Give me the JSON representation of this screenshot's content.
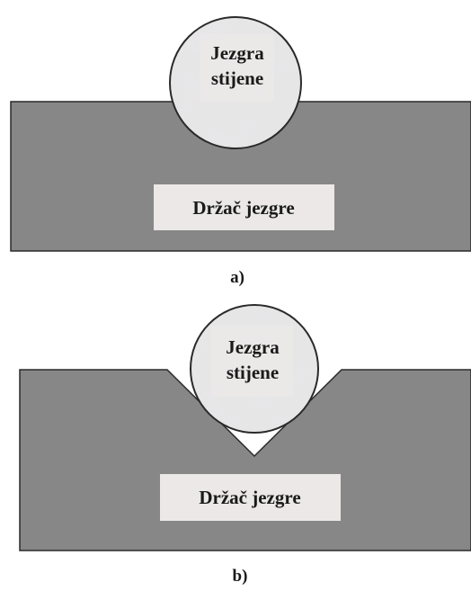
{
  "panels": [
    {
      "caption": "a)",
      "core_label_line1": "Jezgra",
      "core_label_line2": "stijene",
      "holder_label": "Držač jezgre"
    },
    {
      "caption": "b)",
      "core_label_line1": "Jezgra",
      "core_label_line2": "stijene",
      "holder_label": "Držač jezgre"
    }
  ],
  "colors": {
    "holder_fill": "#878787",
    "holder_stroke": "#2a2a2a",
    "label_box_fill": "#ece8e8",
    "core_fill": "#e8e8e8",
    "core_stroke": "#2a2a2a",
    "background": "#ffffff"
  }
}
